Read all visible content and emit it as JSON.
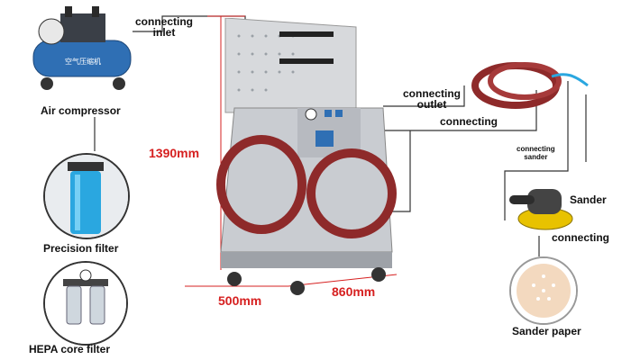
{
  "labels": {
    "connecting_inlet": "connecting\ninlet",
    "air_compressor": "Air compressor",
    "precision_filter": "Precision filter",
    "hepa_core_filter": "HEPA core filter",
    "connecting_outlet": "connecting\noutlet",
    "connecting_main": "connecting",
    "connecting_sander": "connecting\nsander",
    "sander": "Sander",
    "connecting_paper": "connecting",
    "sander_paper": "Sander paper"
  },
  "dimensions": {
    "height": "1390mm",
    "depth": "500mm",
    "width": "860mm"
  },
  "compressor_text": "空气压缩机",
  "colors": {
    "accent_red": "#d62020",
    "cabinet_gray": "#c9ccd1",
    "hose_red": "#8e2a2a",
    "compressor_blue": "#2f6fb4",
    "filter_blue": "#2aa7e0",
    "sander_yellow": "#e8c200",
    "paper_beige": "#f3d9bf"
  }
}
